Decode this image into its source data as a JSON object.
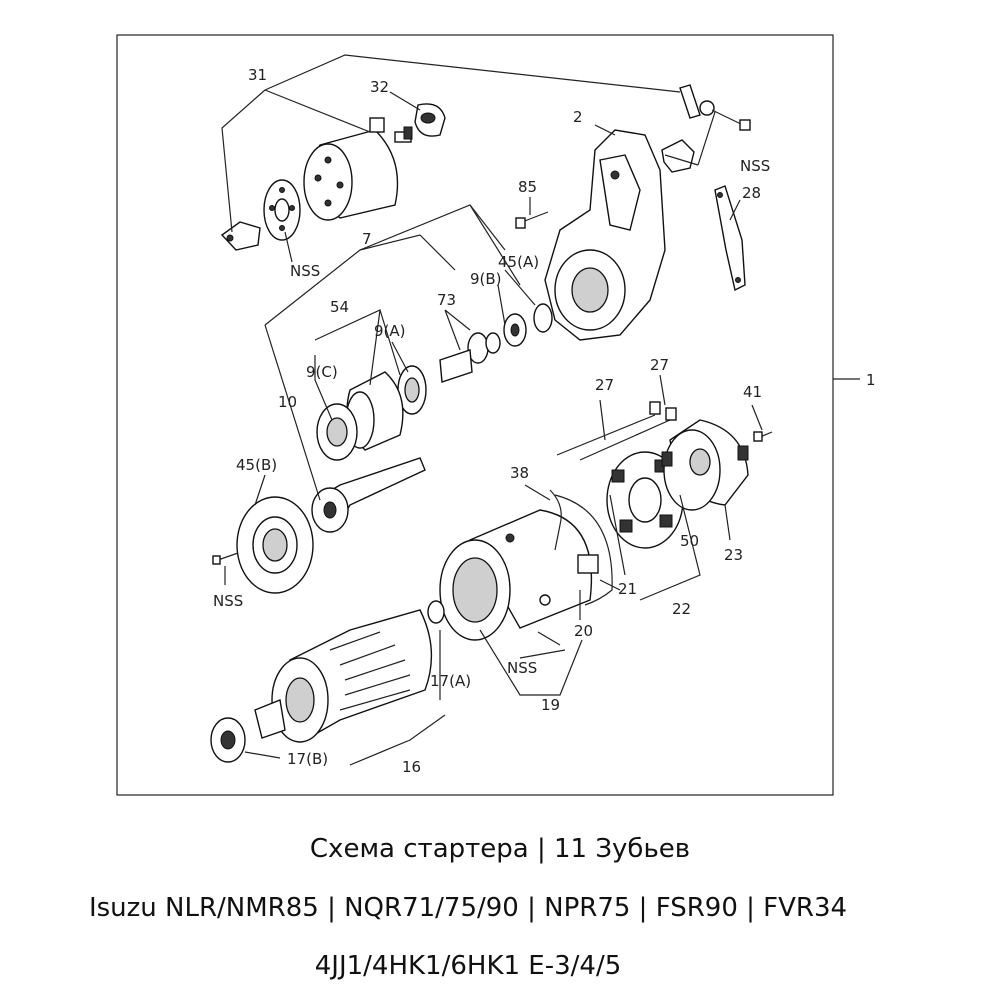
{
  "diagram": {
    "labels": {
      "l1": "1",
      "l2": "2",
      "l7": "7",
      "l9a": "9(A)",
      "l9b": "9(B)",
      "l9c": "9(C)",
      "l10": "10",
      "l16": "16",
      "l17a": "17(A)",
      "l17b": "17(B)",
      "l19": "19",
      "l20": "20",
      "l21": "21",
      "l22": "22",
      "l23": "23",
      "l27a": "27",
      "l27b": "27",
      "l28": "28",
      "l31": "31",
      "l32": "32",
      "l38": "38",
      "l41": "41",
      "l45a": "45(A)",
      "l45b": "45(B)",
      "l50": "50",
      "l54": "54",
      "l73": "73",
      "l85": "85",
      "nss1": "NSS",
      "nss2": "NSS",
      "nss3": "NSS",
      "nss4": "NSS"
    },
    "icons": [
      "solenoid-icon",
      "housing-icon",
      "armature-icon",
      "yoke-icon",
      "brush-holder-icon",
      "end-cover-icon",
      "pinion-icon",
      "bearing-icon",
      "bolt-icon"
    ]
  },
  "captions": {
    "line1": "Схема стартера | 11 Зубьев",
    "line2": "Isuzu NLR/NMR85 | NQR71/75/90 | NPR75 | FSR90 | FVR34",
    "line3": "4JJ1/4HK1/6HK1 E-3/4/5"
  }
}
